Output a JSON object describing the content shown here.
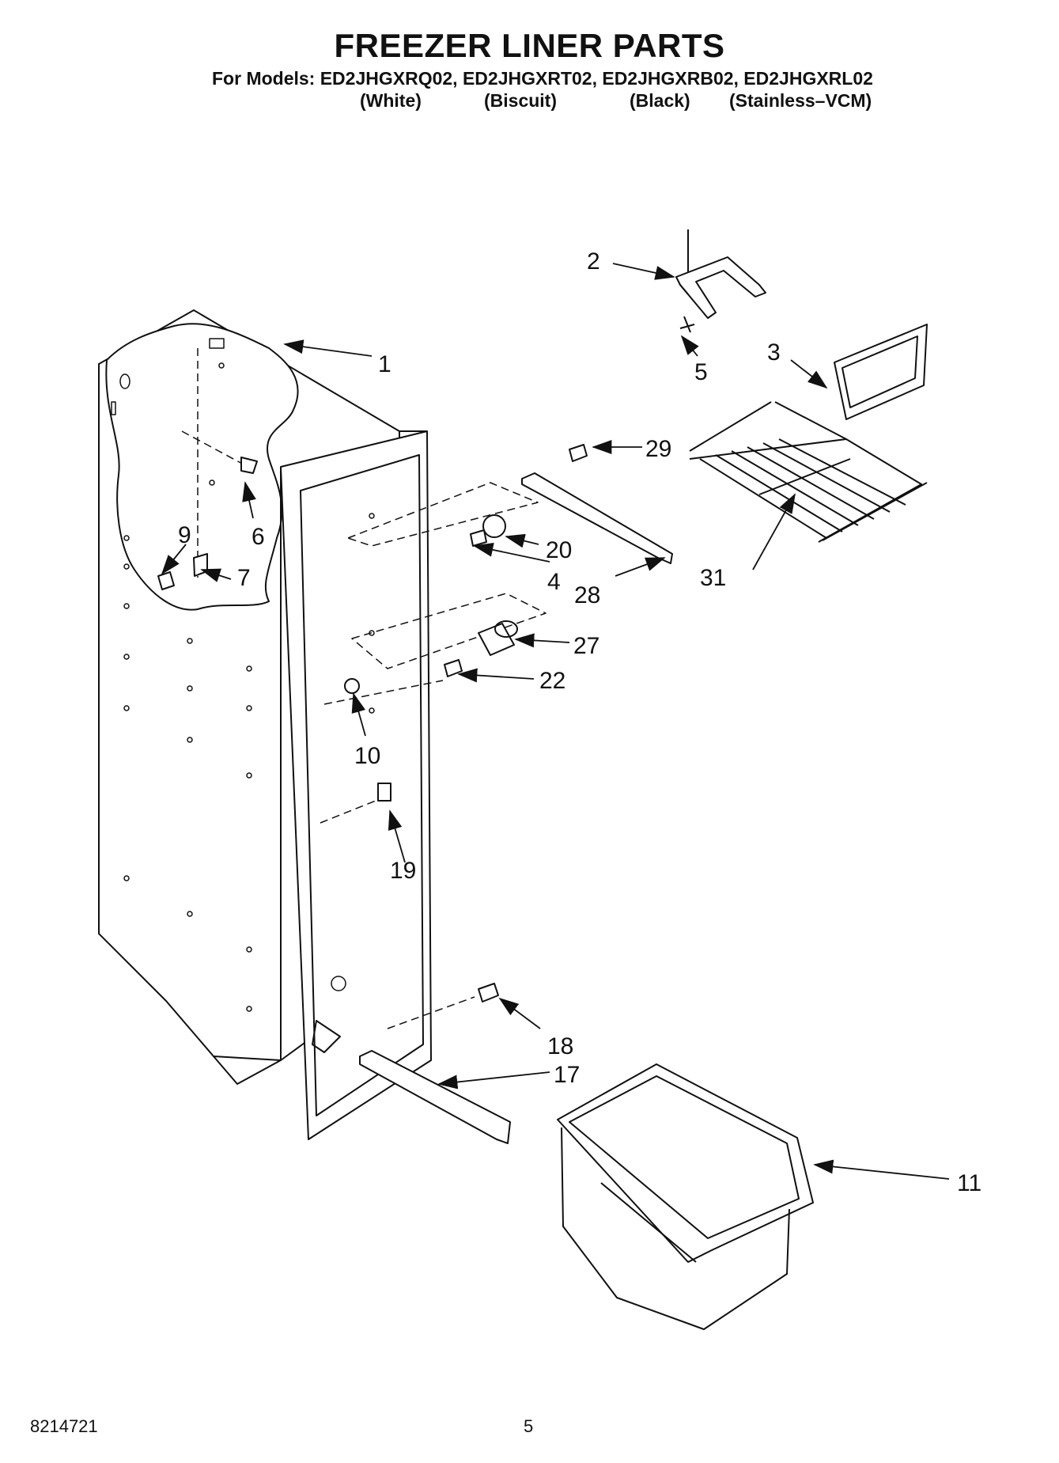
{
  "header": {
    "title": "FREEZER LINER PARTS",
    "models_line": "For Models: ED2JHGXRQ02, ED2JHGXRT02, ED2JHGXRB02, ED2JHGXRL02",
    "variants": [
      "(White)",
      "(Biscuit)",
      "(Black)",
      "(Stainless–VCM)"
    ]
  },
  "callouts": [
    "1",
    "2",
    "3",
    "4",
    "5",
    "6",
    "7",
    "9",
    "10",
    "11",
    "17",
    "18",
    "19",
    "20",
    "22",
    "27",
    "28",
    "29",
    "31"
  ],
  "footer": {
    "doc_number": "8214721",
    "page_number": "5"
  }
}
